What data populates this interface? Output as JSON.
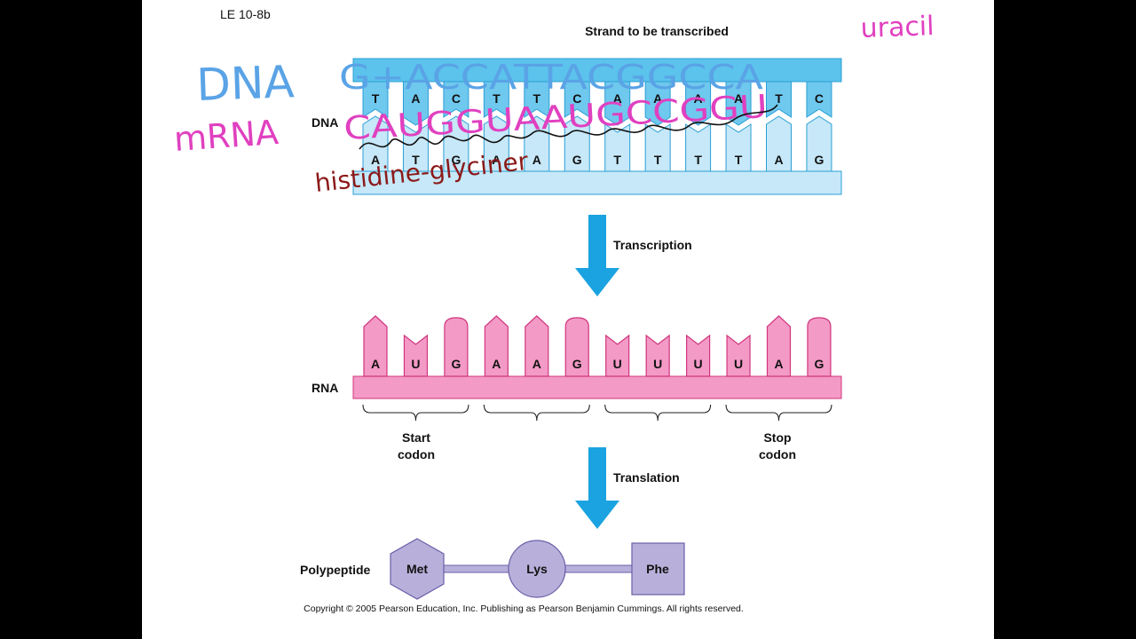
{
  "slide_title": "LE 10-8b",
  "dna": {
    "label": "DNA",
    "strand_label": "Strand to be transcribed",
    "top_strand": [
      "T",
      "A",
      "C",
      "T",
      "T",
      "C",
      "A",
      "A",
      "A",
      "A",
      "T",
      "C"
    ],
    "bottom_strand": [
      "A",
      "T",
      "G",
      "A",
      "A",
      "G",
      "T",
      "T",
      "T",
      "T",
      "A",
      "G"
    ],
    "colors": {
      "backbone": "#5bc3ec",
      "base_dark": "#6fc8ee",
      "base_light": "#c6e8f8",
      "edge": "#2b9fd4"
    }
  },
  "steps": {
    "transcription": "Transcription",
    "translation": "Translation",
    "arrow_color": "#1aa3e0"
  },
  "rna": {
    "label": "RNA",
    "bases": [
      "A",
      "U",
      "G",
      "A",
      "A",
      "G",
      "U",
      "U",
      "U",
      "U",
      "A",
      "G"
    ],
    "codon_labels": [
      {
        "line1": "Start",
        "line2": "codon",
        "codon_index": 0
      },
      {
        "line1": "Stop",
        "line2": "codon",
        "codon_index": 3
      }
    ],
    "colors": {
      "fill": "#f39ac6",
      "edge": "#d0357e"
    }
  },
  "polypeptide": {
    "label": "Polypeptide",
    "amino_acids": [
      {
        "name": "Met",
        "shape": "hexagon"
      },
      {
        "name": "Lys",
        "shape": "circle"
      },
      {
        "name": "Phe",
        "shape": "square"
      }
    ],
    "colors": {
      "fill": "#b8b0da",
      "edge": "#6a5fa8"
    }
  },
  "copyright": "Copyright © 2005 Pearson Education, Inc. Publishing as Pearson Benjamin Cummings. All rights reserved.",
  "annotations": {
    "uracil": "uracil",
    "dna_word": "DNA",
    "dna_sequence": "G+ACCATTACGGCCA",
    "mrna_word": "mRNA",
    "mrna_sequence": "CAUGGUAAUGCCGGU",
    "amino_note": "histidine-glyciner",
    "colors": {
      "blue": "#5aa3e6",
      "magenta": "#e040c0",
      "black": "#111111",
      "maroon": "#8b1a1a"
    }
  }
}
